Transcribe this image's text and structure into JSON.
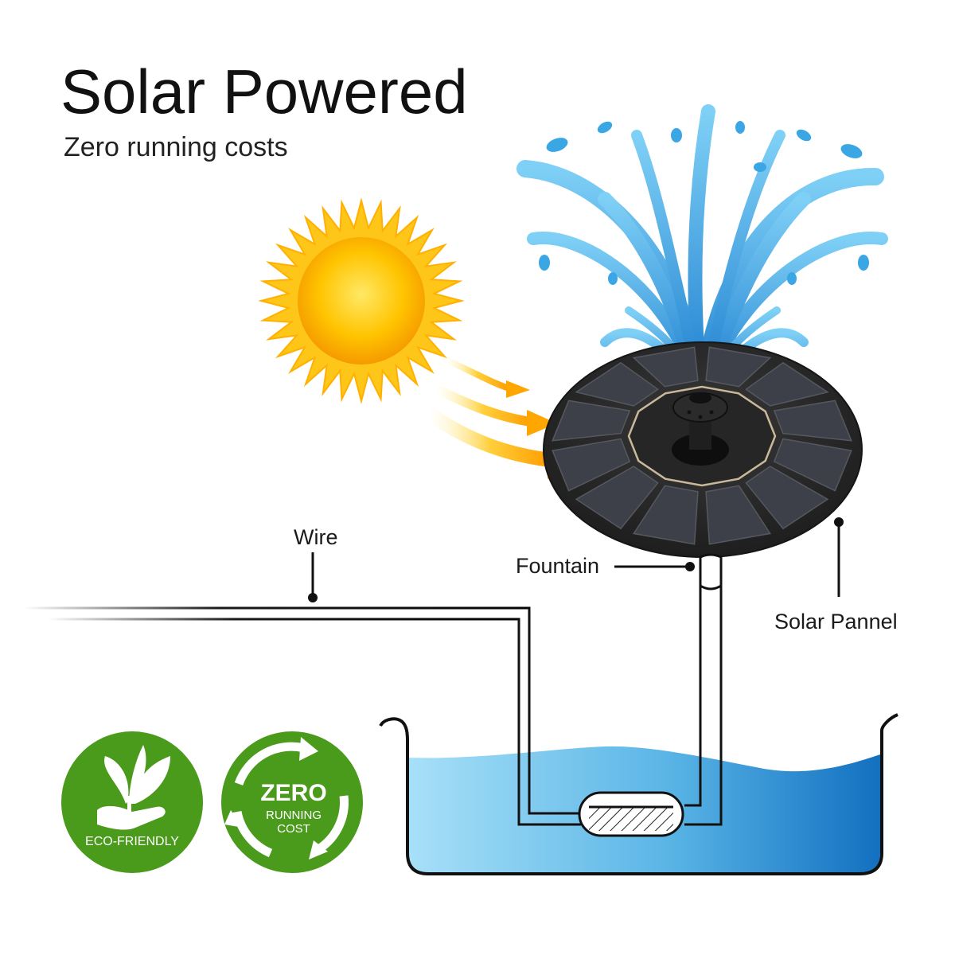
{
  "heading": {
    "title": "Solar Powered",
    "subtitle": "Zero running costs"
  },
  "labels": {
    "wire": "Wire",
    "fountain": "Fountain",
    "solar_panel": "Solar Pannel"
  },
  "badges": {
    "eco": {
      "text": "ECO-FRIENDLY"
    },
    "zero": {
      "line1": "ZERO",
      "line2": "RUNNING",
      "line3": "COST"
    }
  },
  "colors": {
    "badge_green": "#4a9a1c",
    "water_light": "#9fdcf7",
    "water_dark": "#1473c2",
    "sun_core": "#ffb300",
    "sun_rays": "#ffc61a",
    "panel_dark": "#2c2c2c",
    "arrow": "#ffa600"
  },
  "icons": [
    "sun-icon",
    "water-splash-icon",
    "leaf-hand-icon",
    "recycle-arrows-icon",
    "solar-disc-icon",
    "pump-icon"
  ]
}
